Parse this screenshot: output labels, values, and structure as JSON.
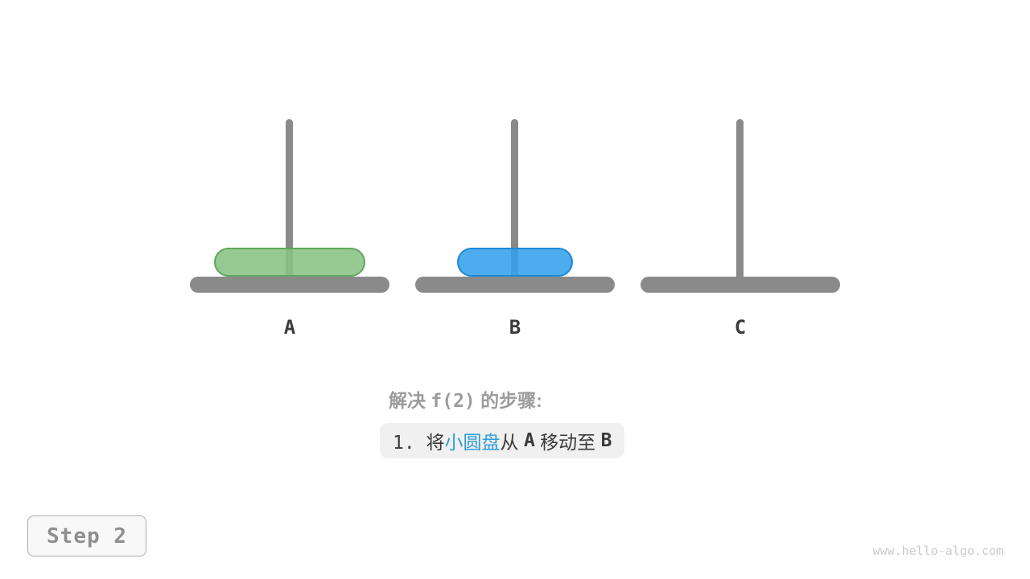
{
  "page": {
    "background": "#ffffff",
    "watermark": "www.hello-algo.com"
  },
  "colors": {
    "pole_and_base": "#8a8a8a",
    "peg_label_text": "#3b3b3b",
    "caption_title_text": "#9c9c9c",
    "step_pill_background": "#f0f0f0",
    "step_text": "#3a3a3a",
    "highlight_blue_text": "#2e9bd6",
    "large_disk_fill": "#89c183",
    "large_disk_border": "#5ea75f",
    "small_disk_fill": "#34a0ec",
    "small_disk_border": "#1d88d5",
    "step_button_text": "#8f8f8f",
    "step_button_border": "#ababab",
    "step_button_background": "#f8f8f8"
  },
  "hanoi": {
    "pegs": [
      {
        "label": "A",
        "disk": {
          "name": "large-disk",
          "size": "large",
          "color": "green"
        }
      },
      {
        "label": "B",
        "disk": {
          "name": "small-disk",
          "size": "small",
          "color": "blue"
        }
      },
      {
        "label": "C",
        "disk": null
      }
    ]
  },
  "caption": {
    "title_segments": [
      {
        "text": "解决 "
      },
      {
        "text": "f(2)",
        "mono": true
      },
      {
        "text": " 的步骤:"
      }
    ],
    "step": {
      "segments": [
        {
          "text": "1. 将"
        },
        {
          "text": "小圆盘",
          "style": "highlight"
        },
        {
          "text": "从 "
        },
        {
          "text": "A",
          "style": "bold"
        },
        {
          "text": " 移动至 "
        },
        {
          "text": "B",
          "style": "bold"
        }
      ]
    }
  },
  "step_indicator": {
    "label": "Step 2"
  }
}
